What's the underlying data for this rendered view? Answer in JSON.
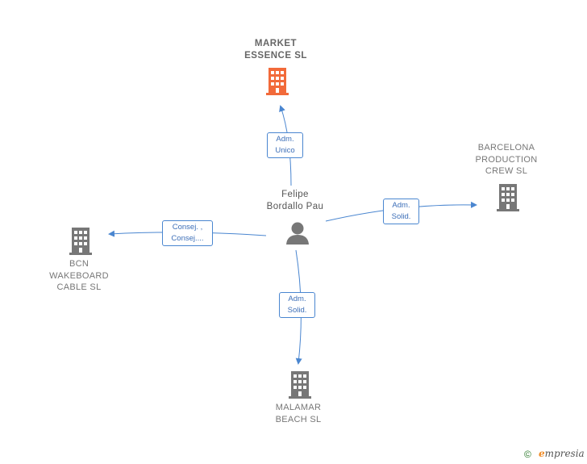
{
  "center": {
    "name": "Felipe\nBordallo Pau"
  },
  "companies": [
    {
      "id": "market",
      "name": "MARKET\nESSENCE  SL",
      "color": "#f26a3a",
      "main": true
    },
    {
      "id": "barcelona",
      "name": "BARCELONA\nPRODUCTION\nCREW  SL",
      "color": "#777777"
    },
    {
      "id": "bcn",
      "name": "BCN\nWAKEBOARD\nCABLE SL",
      "color": "#777777"
    },
    {
      "id": "malamar",
      "name": "MALAMAR\nBEACH SL",
      "color": "#777777"
    }
  ],
  "edges": [
    {
      "to": "market",
      "label": [
        "Adm.",
        "Unico"
      ]
    },
    {
      "to": "barcelona",
      "label": [
        "Adm.",
        "Solid."
      ]
    },
    {
      "to": "bcn",
      "label": [
        "Consej. ,",
        "Consej...."
      ]
    },
    {
      "to": "malamar",
      "label": [
        "Adm.",
        "Solid."
      ]
    }
  ],
  "edge_color": "#4a86d0",
  "footer": {
    "copyright": "©",
    "brand_first": "e",
    "brand_rest": "mpresia"
  }
}
